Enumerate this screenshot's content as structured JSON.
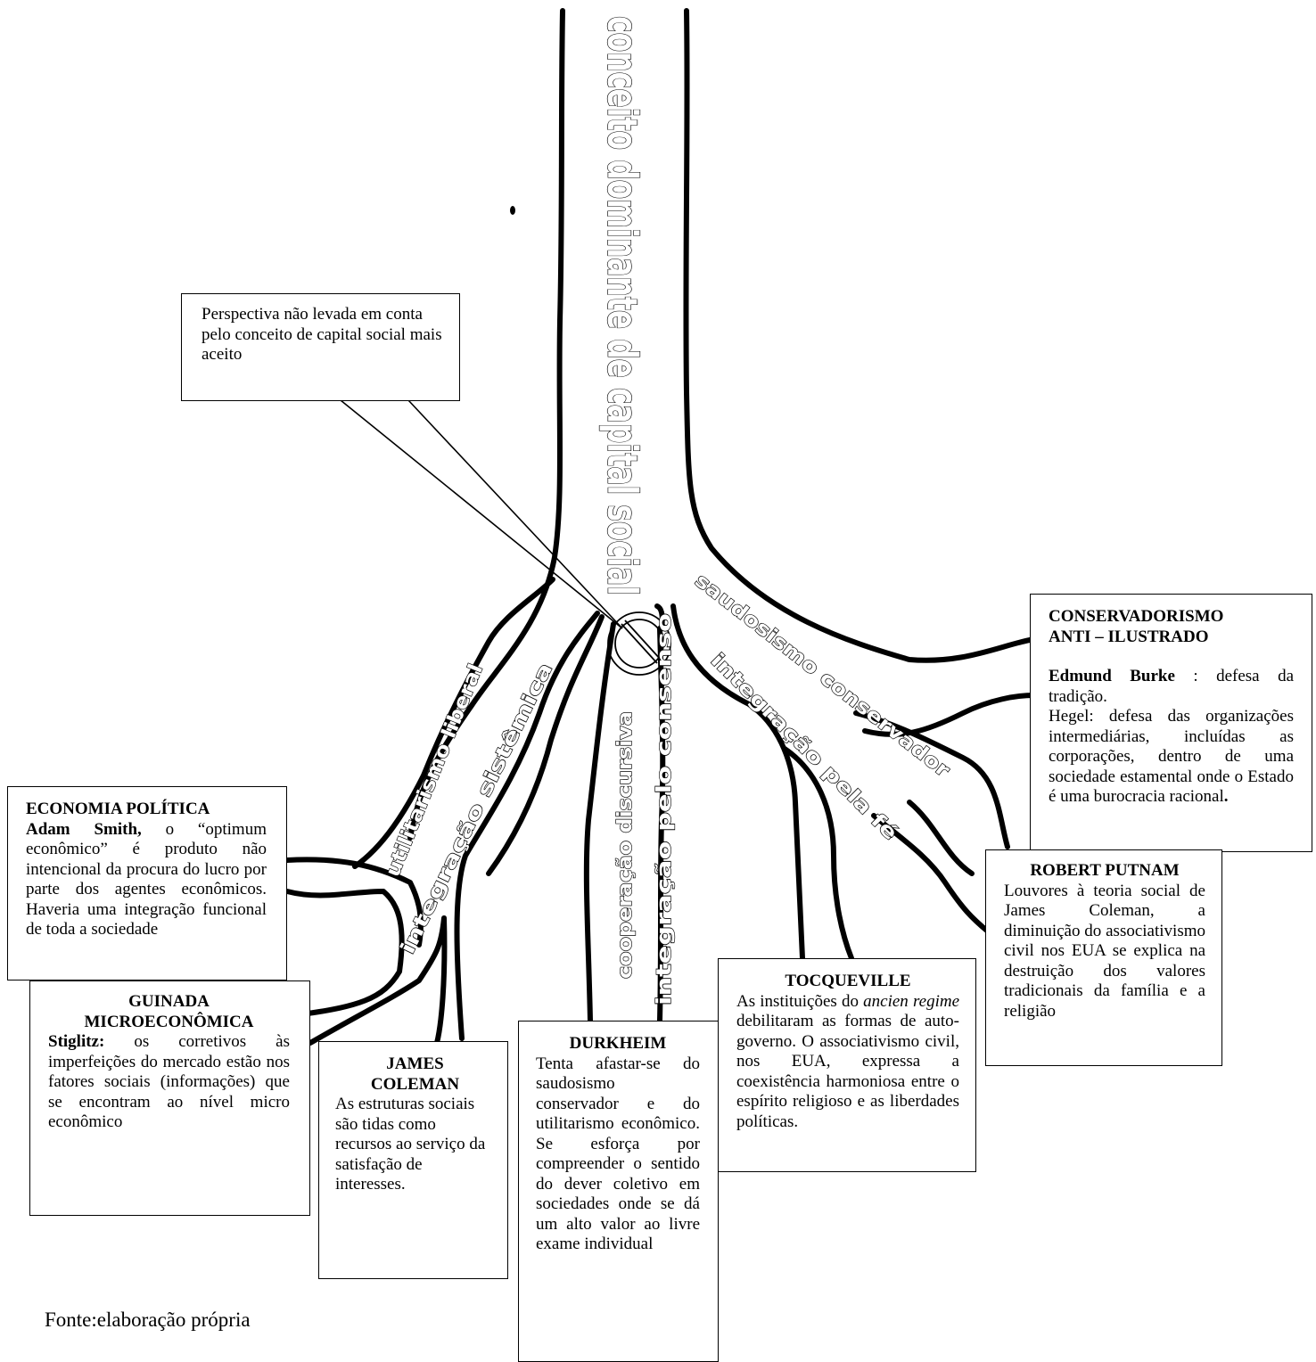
{
  "main_trunk_label": "conceito dominante de capital social",
  "branch_labels": {
    "utilitarismo_liberal": "utilitarismo liberal",
    "integracao_sistemica": "integração sistêmica",
    "cooperacao_discursiva": "cooperação discursiva",
    "integracao_pelo_consenso": "integração pelo consenso",
    "saudosismo_conservador": "saudosismo conservador",
    "integracao_pela_fe": "integração pela fé"
  },
  "callout": {
    "text": "Perspectiva não levada em conta pelo conceito de capital social mais aceito"
  },
  "boxes": {
    "economia_politica": {
      "title": "ECONOMIA POLÍTICA",
      "author": "Adam Smith,",
      "text": " o “optimum econômico” é produto não intencional da procura do lucro por parte dos agentes econômicos. Haveria uma integração funcional de toda a sociedade"
    },
    "guinada": {
      "title_line1": "GUINADA",
      "title_line2": "MICROECONÔMICA",
      "author": "Stiglitz:",
      "text": " os corretivos às imperfeições do mercado estão nos fatores sociais (informações) que se encontram ao nível micro econômico"
    },
    "coleman": {
      "title_line1": "JAMES",
      "title_line2": "COLEMAN",
      "text": "As estruturas sociais são tidas como recursos ao serviço da satisfação de interesses."
    },
    "durkheim": {
      "title": "DURKHEIM",
      "text": "Tenta afastar-se do saudosismo conservador e do utilitarismo econômico. Se esforça por compreender o sentido do dever coletivo em sociedades onde se dá um alto valor ao livre exame individual"
    },
    "tocqueville": {
      "title": "TOCQUEVILLE",
      "text_a": "As instituições do ",
      "text_em": "ancien regime",
      "text_b": " debilitaram as formas de auto-governo. O associativismo civil, nos EUA, expressa a coexistência harmoniosa entre o espírito religioso e as liberdades políticas."
    },
    "conservadorismo": {
      "title_line1": "CONSERVADORISMO",
      "title_line2": "ANTI – ILUSTRADO",
      "author": "Edmund Burke",
      "text1": " : defesa da tradição.",
      "text2": "Hegel: defesa das organizações intermediárias, incluídas as corporações, dentro de uma sociedade estamental onde o Estado é uma burocracia racional",
      "text2_end": "."
    },
    "putnam": {
      "title": "ROBERT PUTNAM",
      "text": "Louvores à teoria social de James Coleman, a diminuição do associativismo civil nos EUA se explica na destruição dos valores tradicionais da família e a religião"
    }
  },
  "source": "Fonte:elaboração própria"
}
